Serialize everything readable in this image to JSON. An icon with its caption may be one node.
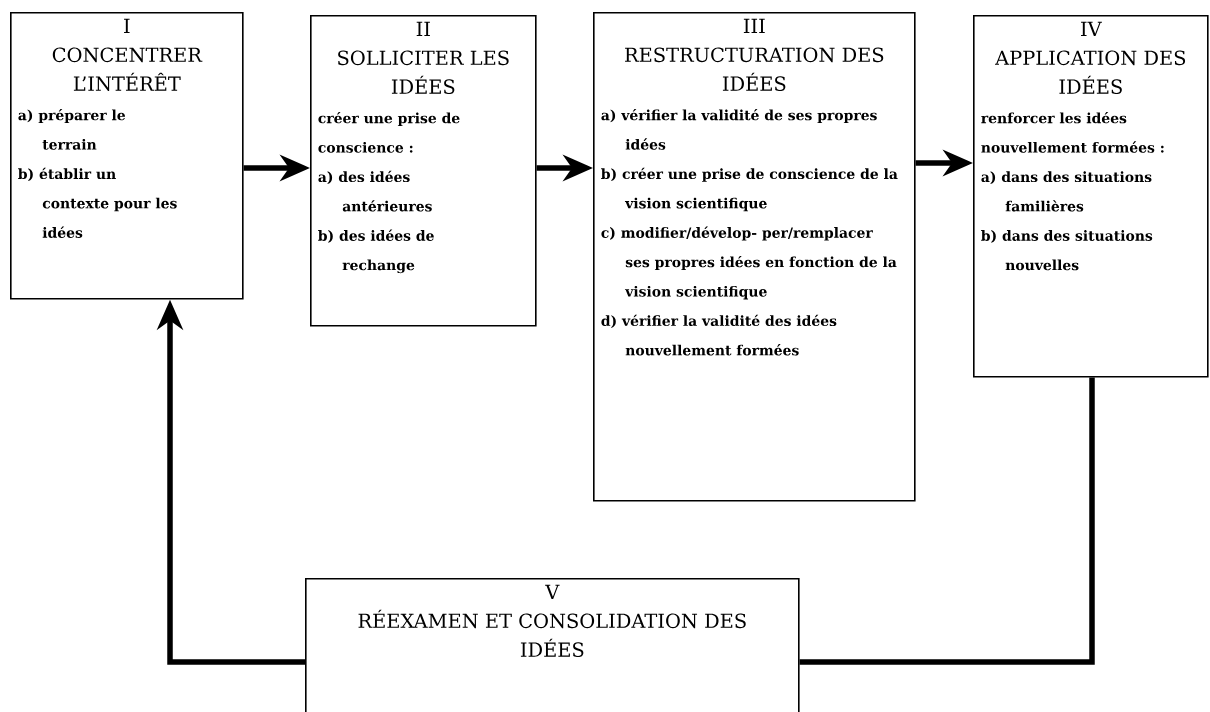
{
  "diagram": {
    "nodes": [
      {
        "text": [
          "I",
          "CONCENTRER L’INTÉRÊT",
          "a) préparer le terrain",
          "b) établir un contexte pour les idées"
        ]
      },
      {
        "text": [
          "II",
          "SOLLICITER LES IDÉES",
          "créer une prise de conscience :",
          "a) des idées antérieures",
          "b) des idées de rechange"
        ]
      },
      {
        "text": [
          "III",
          "RESTRUCTURATION DES IDÉES",
          "a) vérifier la validité de ses propres idées",
          "b) créer une prise de conscience de la vision scientifique",
          "c) modifier/dévelop- per/remplacer ses propres idées en fonction de la vision scientifique",
          "d) vérifier la validité des idées nouvellement formées"
        ]
      },
      {
        "text": [
          "IV",
          "APPLICATION DES IDÉES",
          "renforcer les idées nouvellement formées :",
          "a) dans des situations familières",
          "b) dans des situations nouvelles"
        ]
      },
      {
        "text": [
          "V",
          "RÉEXAMEN ET CONSOLIDATION DES IDÉES"
        ]
      }
    ],
    "edges": [
      {
        "from": 0,
        "to": 1,
        "arrow": "to"
      },
      {
        "from": 1,
        "to": 2,
        "arrow": "to"
      },
      {
        "from": 2,
        "to": 3,
        "arrow": "to"
      },
      {
        "from": 3,
        "to": 4,
        "arrow": "none"
      },
      {
        "from": 4,
        "to": 0,
        "arrow": "to"
      }
    ]
  }
}
